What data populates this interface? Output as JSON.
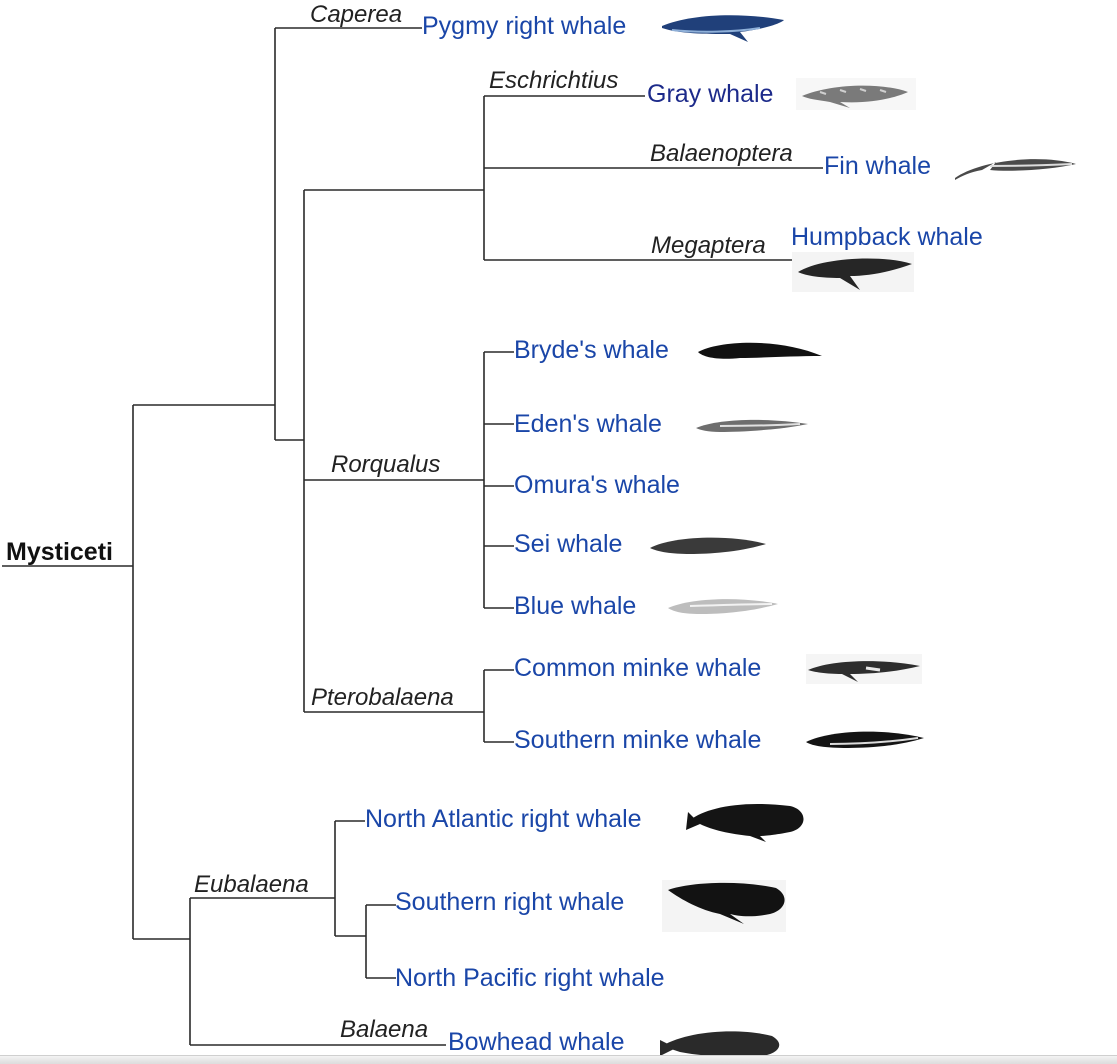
{
  "root": "Mysticeti",
  "genera": {
    "caperea": "Caperea",
    "eschrichtius": "Eschrichtius",
    "balaenoptera": "Balaenoptera",
    "megaptera": "Megaptera",
    "rorqualus": "Rorqualus",
    "pterobalaena": "Pterobalaena",
    "eubalaena": "Eubalaena",
    "balaena": "Balaena"
  },
  "species": {
    "pygmy": "Pygmy right whale",
    "gray": "Gray whale",
    "fin": "Fin whale",
    "humpback": "Humpback whale",
    "brydes": "Bryde's whale",
    "edens": "Eden's whale",
    "omuras": "Omura's whale",
    "sei": "Sei whale",
    "blue": "Blue whale",
    "common_minke": "Common minke whale",
    "southern_minke": "Southern minke whale",
    "north_atlantic_right": "North Atlantic right whale",
    "southern_right": "Southern right whale",
    "north_pacific_right": "North Pacific right whale",
    "bowhead": "Bowhead whale"
  },
  "colors": {
    "link": "#1a46a8",
    "visited_link": "#1c2a8a",
    "line": "#2a2a2a"
  }
}
